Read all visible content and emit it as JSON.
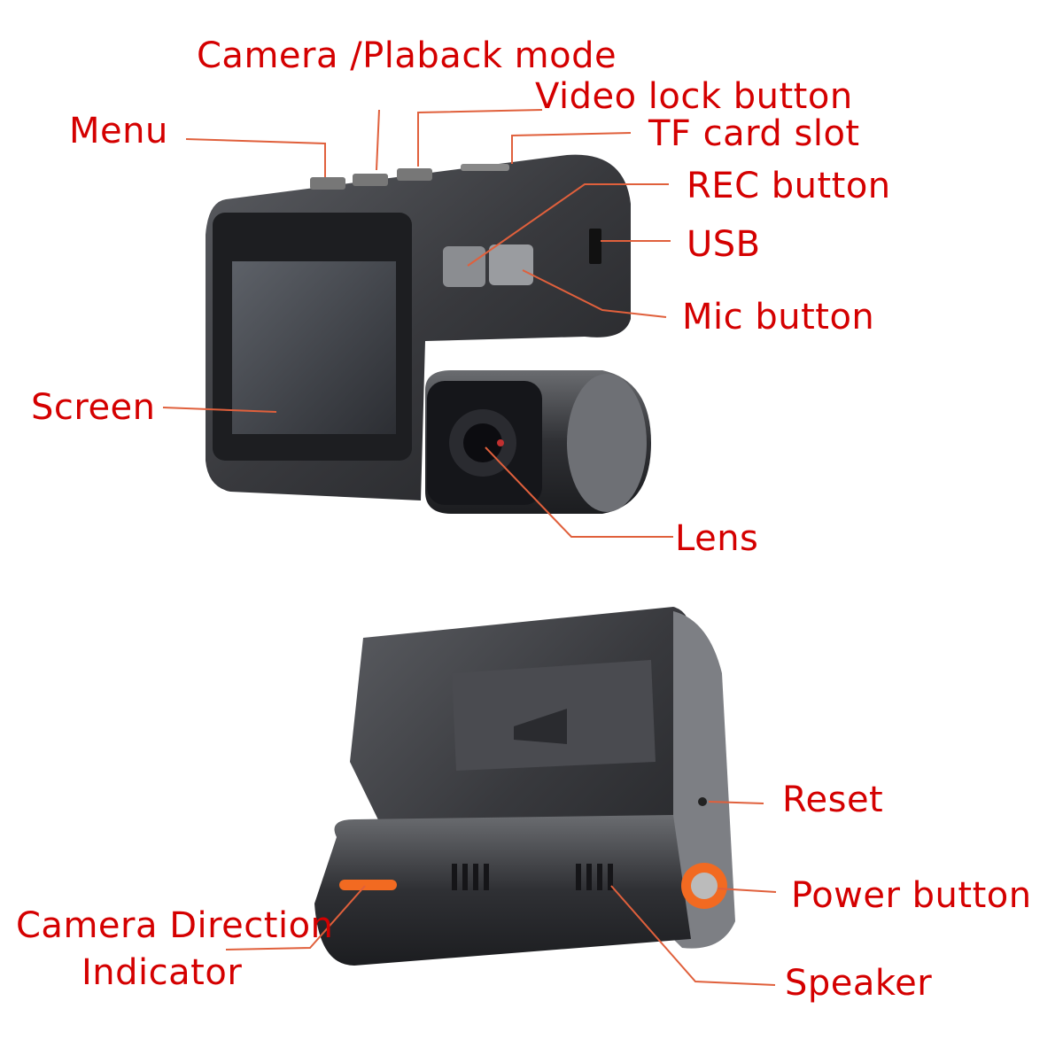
{
  "colors": {
    "label": "#d40000",
    "leader": "#e0603c",
    "device": "#3a3b3f",
    "accent": "#f26a21"
  },
  "top_view": {
    "labels": {
      "mode": "Camera /Plaback mode",
      "video_lock": "Video lock button",
      "menu": "Menu",
      "tf_card": "TF card slot",
      "rec": "REC button",
      "usb": "USB",
      "mic": "Mic button",
      "screen": "Screen",
      "lens": "Lens"
    }
  },
  "bottom_view": {
    "labels": {
      "reset": "Reset",
      "power": "Power button",
      "direction_1": "Camera Direction",
      "direction_2": "Indicator",
      "speaker": "Speaker"
    }
  }
}
